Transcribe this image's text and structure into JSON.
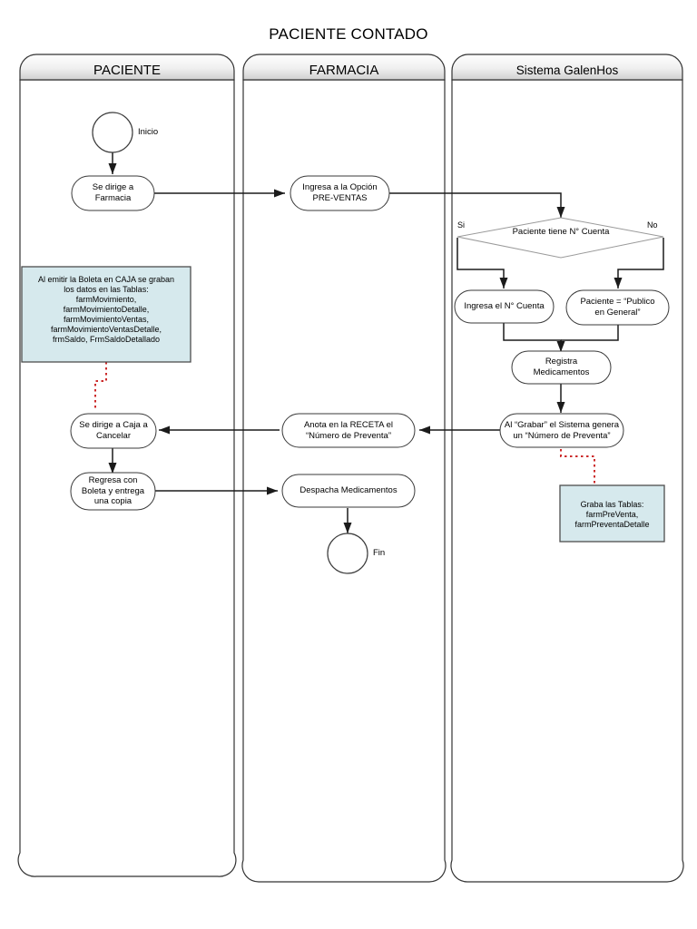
{
  "diagram": {
    "title": "PACIENTE CONTADO",
    "type": "flowchart-swimlane",
    "colors": {
      "note_fill": "#d6e9ed",
      "note_border": "#4d4d4d",
      "note_connector": "#d03030",
      "lane_header_top": "#fdfdfd",
      "lane_header_bottom": "#d3d3d3",
      "stroke": "#3a3a3a"
    }
  },
  "lanes": [
    {
      "id": "lane-paciente",
      "label": "PACIENTE"
    },
    {
      "id": "lane-farmacia",
      "label": "FARMACIA"
    },
    {
      "id": "lane-sistema",
      "label": "Sistema GalenHos"
    }
  ],
  "nodes": {
    "start": {
      "label": "Inicio",
      "shape": "circle",
      "lane": "PACIENTE"
    },
    "se_dirige_farmacia": {
      "label": "Se dirige a\nFarmacia",
      "line1": "Se dirige a",
      "line2": "Farmacia",
      "shape": "rounded",
      "lane": "PACIENTE"
    },
    "ingresa_opcion": {
      "line1": "Ingresa a la Opción",
      "line2": "PRE-VENTAS",
      "shape": "rounded",
      "lane": "FARMACIA"
    },
    "decision_cuenta": {
      "label": "Paciente tiene N° Cuenta",
      "shape": "diamond",
      "lane": "Sistema GalenHos"
    },
    "ingresa_cuenta": {
      "label": "Ingresa el N° Cuenta",
      "shape": "rounded",
      "lane": "Sistema GalenHos"
    },
    "publico_general": {
      "line1": "Paciente = “Publico",
      "line2": "en General”",
      "shape": "rounded",
      "lane": "Sistema GalenHos"
    },
    "registra_medicamentos": {
      "line1": "Registra",
      "line2": "Medicamentos",
      "shape": "rounded",
      "lane": "Sistema GalenHos"
    },
    "al_grabar": {
      "line1": "Al “Grabar” el Sistema genera",
      "line2": "un “Número de Preventa”",
      "shape": "rounded",
      "lane": "Sistema GalenHos"
    },
    "anota_receta": {
      "line1": "Anota en la RECETA el",
      "line2": "“Número de Preventa”",
      "shape": "rounded",
      "lane": "FARMACIA"
    },
    "se_dirige_caja": {
      "line1": "Se dirige a Caja a",
      "line2": "Cancelar",
      "shape": "rounded",
      "lane": "PACIENTE"
    },
    "regresa_boleta": {
      "line1": "Regresa con",
      "line2": "Boleta y entrega",
      "line3": "una copia",
      "shape": "rounded",
      "lane": "PACIENTE"
    },
    "despacha": {
      "label": "Despacha Medicamentos",
      "shape": "rounded",
      "lane": "FARMACIA"
    },
    "end": {
      "label": "Fin",
      "shape": "circle",
      "lane": "FARMACIA"
    }
  },
  "edge_labels": {
    "si": "Si",
    "no": "No"
  },
  "notes": {
    "note_caja": {
      "lines": [
        "Al emitir la Boleta en CAJA se graban",
        "los datos en las Tablas:",
        "farmMovimiento,",
        "farmMovimientoDetalle,",
        "farmMovimientoVentas,",
        "farmMovimientoVentasDetalle,",
        "frmSaldo, FrmSaldoDetallado"
      ]
    },
    "note_preventa": {
      "lines": [
        "Graba las Tablas:",
        "farmPreVenta,",
        "farmPreventaDetalle"
      ]
    }
  }
}
